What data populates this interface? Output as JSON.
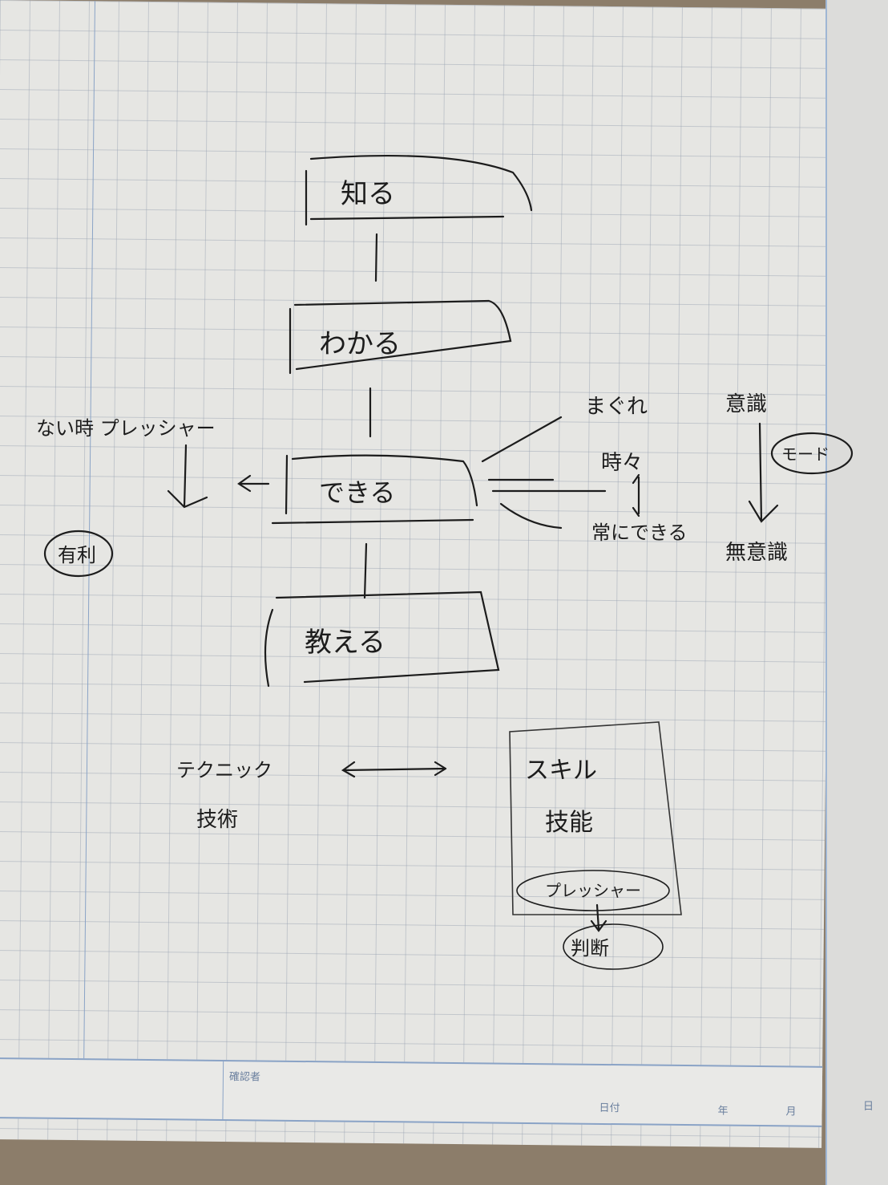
{
  "diagram": {
    "stages": [
      "知る",
      "わかる",
      "できる",
      "教える"
    ],
    "left_note": {
      "condition": "ない時 プレッシャー",
      "result": "有利"
    },
    "right_levels": [
      "まぐれ",
      "時々",
      "常にできる"
    ],
    "consciousness": {
      "from": "意識",
      "to": "無意識",
      "mode": "モード"
    },
    "technique": {
      "kana": "テクニック",
      "kanji": "技術"
    },
    "skill_box": {
      "kana": "スキル",
      "kanji": "技能",
      "pressure": "プレッシャー",
      "judgement": "判断"
    }
  },
  "form_footer": {
    "checker": "確認者",
    "date": "日付",
    "year": "年",
    "month": "月",
    "day": "日"
  }
}
